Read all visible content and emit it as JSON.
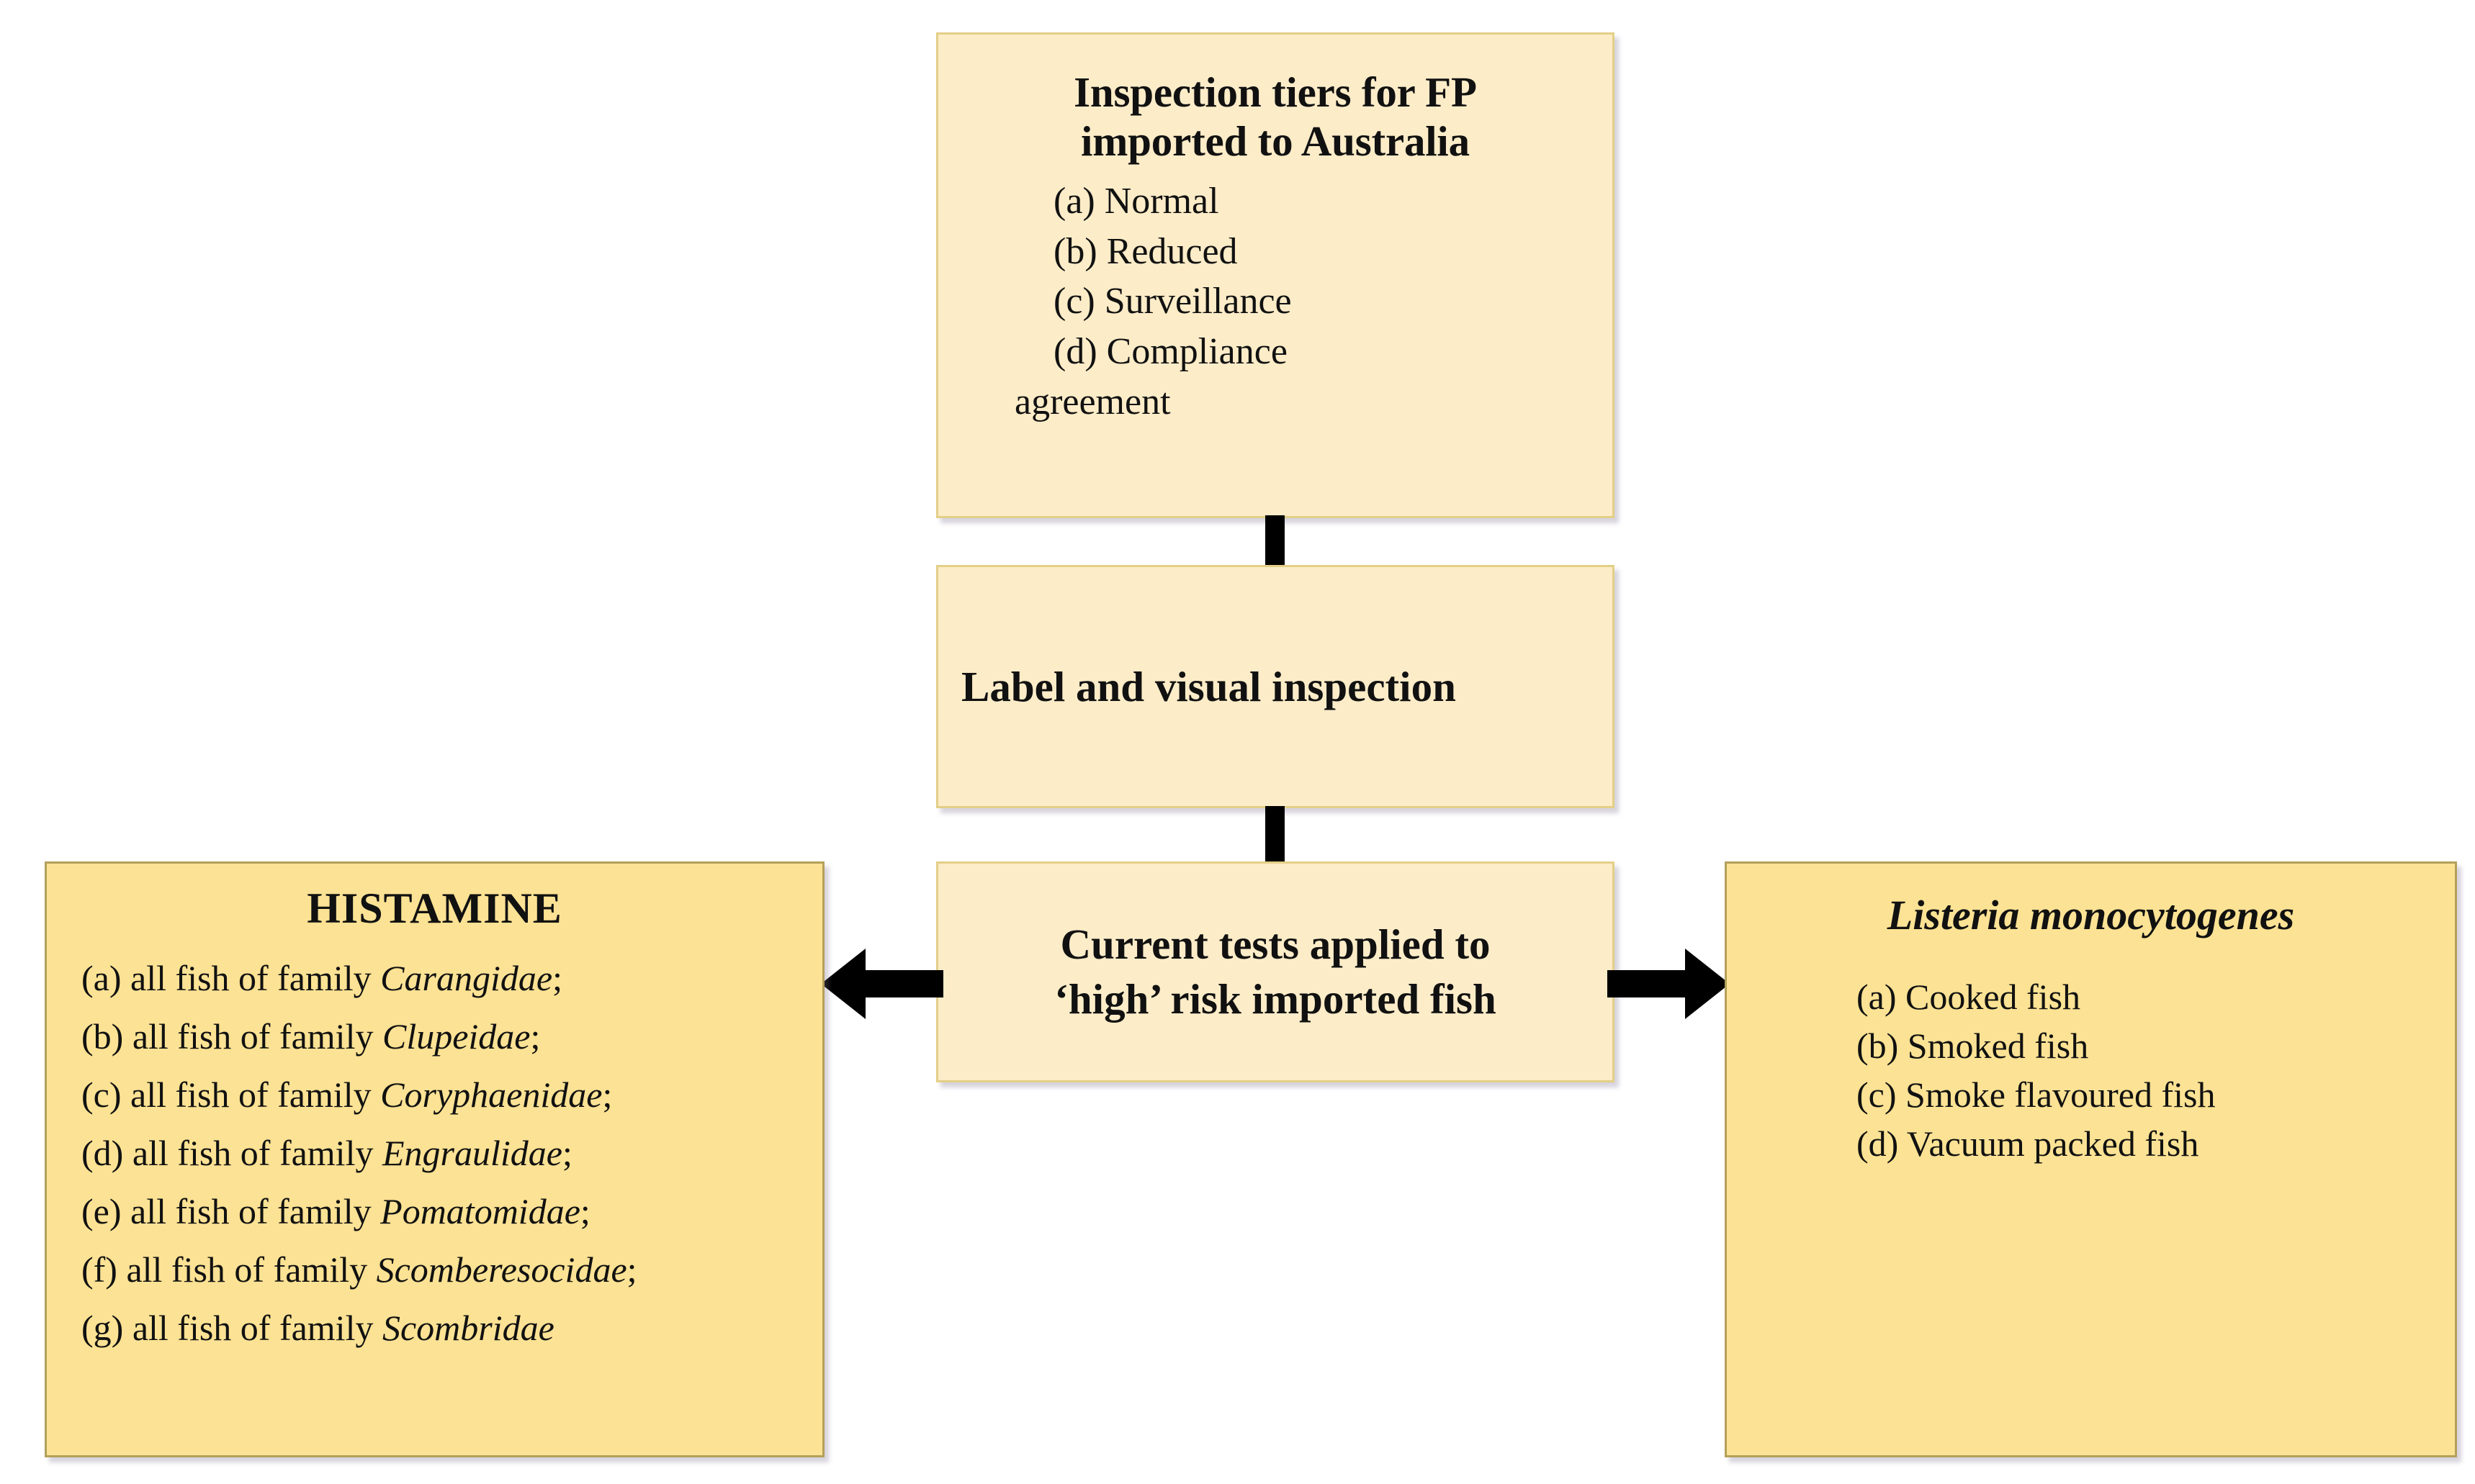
{
  "diagram": {
    "nodes": {
      "inspection_tiers": {
        "title_line1": "Inspection tiers for FP",
        "title_line2": "imported to Australia",
        "items": [
          "(a) Normal",
          "(b) Reduced",
          "(c) Surveillance",
          "(d) Compliance",
          "agreement"
        ]
      },
      "label_visual": {
        "title": "Label and visual inspection"
      },
      "current_tests": {
        "title_line1": "Current tests applied to",
        "title_line2": "‘high’ risk imported fish"
      },
      "histamine": {
        "title": "HISTAMINE",
        "items": [
          {
            "marker": "(a)",
            "text": "all fish of family ",
            "species": "Carangidae",
            "suffix": ";"
          },
          {
            "marker": "(b)",
            "text": "all fish of family ",
            "species": "Clupeidae",
            "suffix": ";"
          },
          {
            "marker": "(c)",
            "text": "all fish of family ",
            "species": "Coryphaenidae",
            "suffix": ";"
          },
          {
            "marker": "(d)",
            "text": "all fish of family ",
            "species": "Engraulidae",
            "suffix": ";"
          },
          {
            "marker": "(e)",
            "text": "all fish of family ",
            "species": "Pomatomidae",
            "suffix": ";"
          },
          {
            "marker": "(f)",
            "text": "all fish of family ",
            "species": "Scomberesocidae",
            "suffix": ";"
          },
          {
            "marker": "(g)",
            "text": "all fish of family ",
            "species": "Scombridae",
            "suffix": ""
          }
        ]
      },
      "listeria": {
        "title": "Listeria monocytogenes",
        "items": [
          "(a) Cooked fish",
          "(b) Smoked fish",
          "(c) Smoke flavoured fish",
          "(d) Vacuum packed fish"
        ]
      }
    },
    "connectors": {
      "top_to_middle": "vertical-connector",
      "middle_to_current": "vertical-connector",
      "current_to_histamine": "left-arrow",
      "current_to_listeria": "right-arrow"
    },
    "colors": {
      "cream_fill": "#fcecc8",
      "cream_border": "#e3cf87",
      "gold_fill": "#fce294",
      "gold_border": "#b4a05a",
      "arrow": "#000000",
      "text": "#111111",
      "background": "#ffffff"
    }
  }
}
